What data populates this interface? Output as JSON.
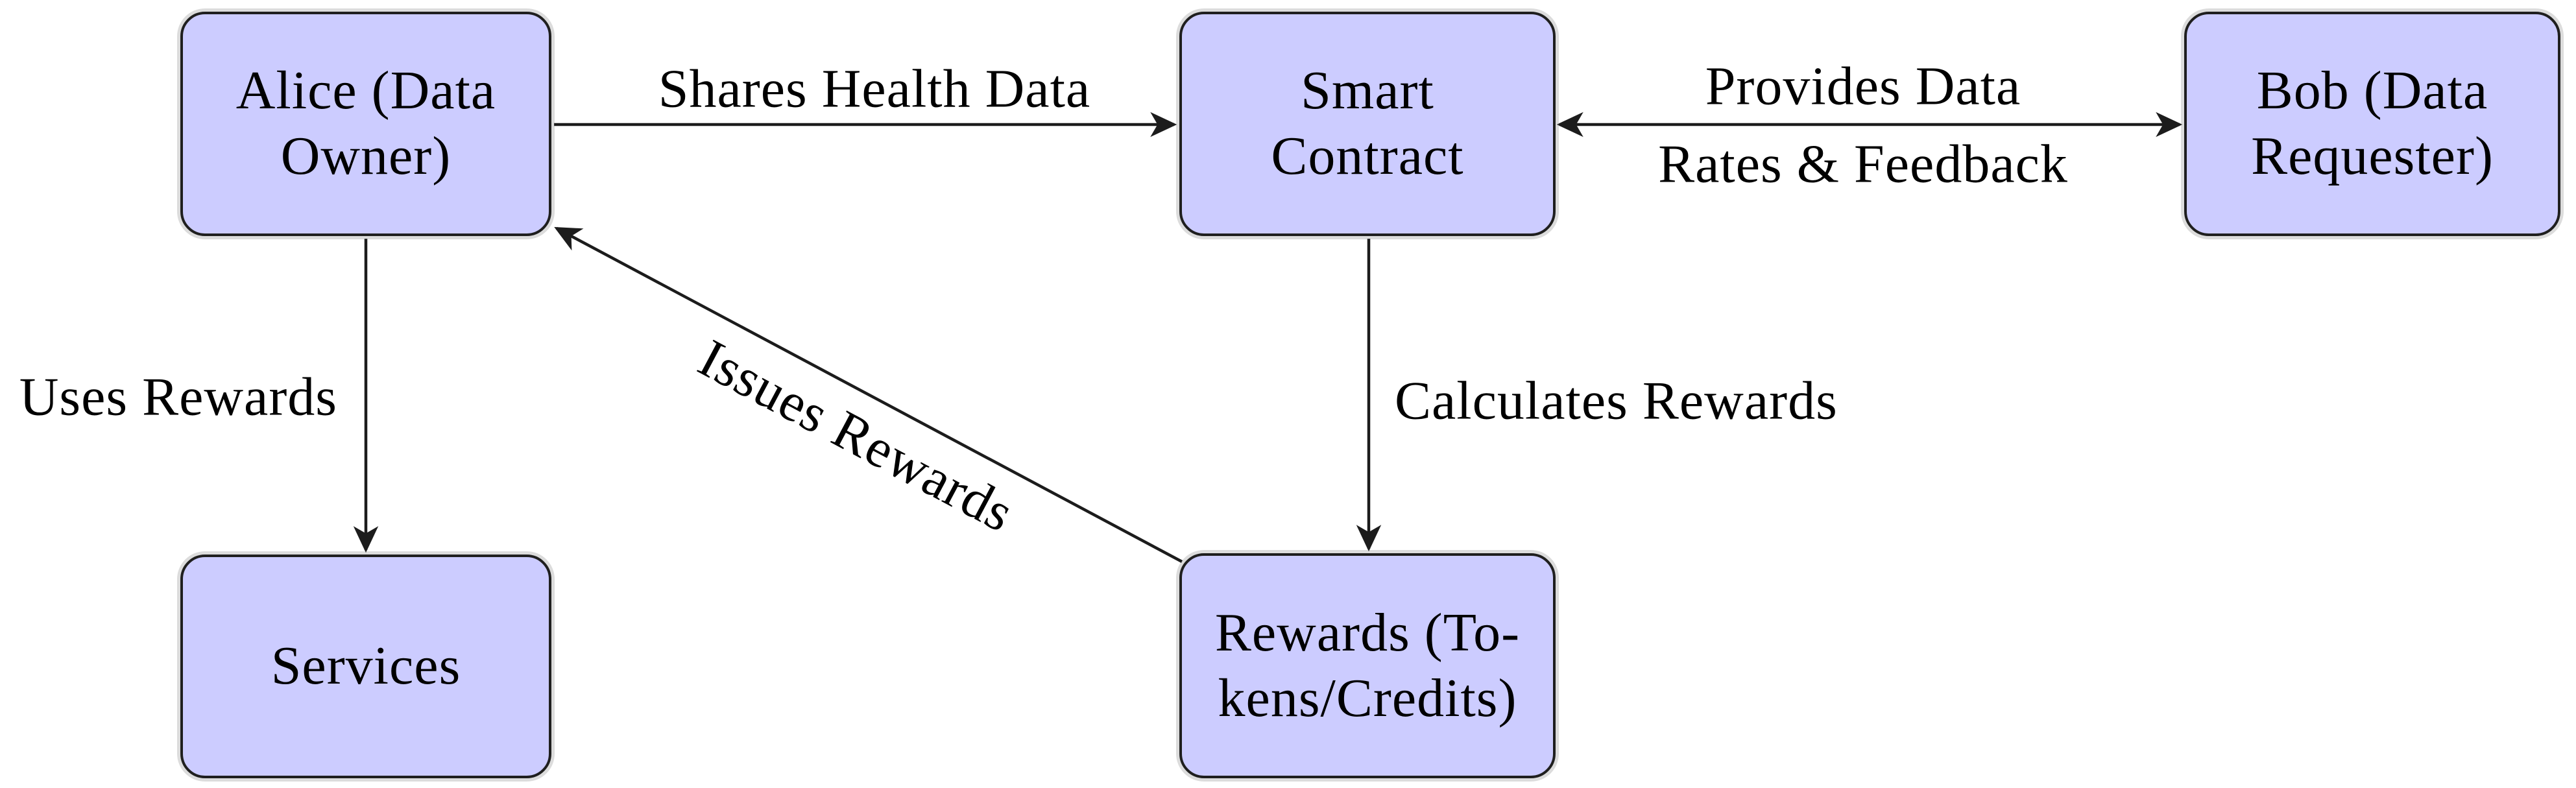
{
  "colors": {
    "background": "#ffffff",
    "node_fill": "#ccccff",
    "node_border": "#1f1f1f",
    "line": "#1c1c1c",
    "text": "#000000"
  },
  "nodes": {
    "alice": {
      "label": "Alice (Data\nOwner)"
    },
    "smart_contract": {
      "label": "Smart\nContract"
    },
    "bob": {
      "label": "Bob (Data\nRequester)"
    },
    "services": {
      "label": "Services"
    },
    "rewards": {
      "label": "Rewards (To-\nkens/Credits)"
    }
  },
  "edge_labels": {
    "shares": "Shares Health Data",
    "provides": "Provides Data",
    "rates": "Rates & Feedback",
    "uses": "Uses Rewards",
    "calculates": "Calculates Rewards",
    "issues": "Issues Rewards"
  }
}
